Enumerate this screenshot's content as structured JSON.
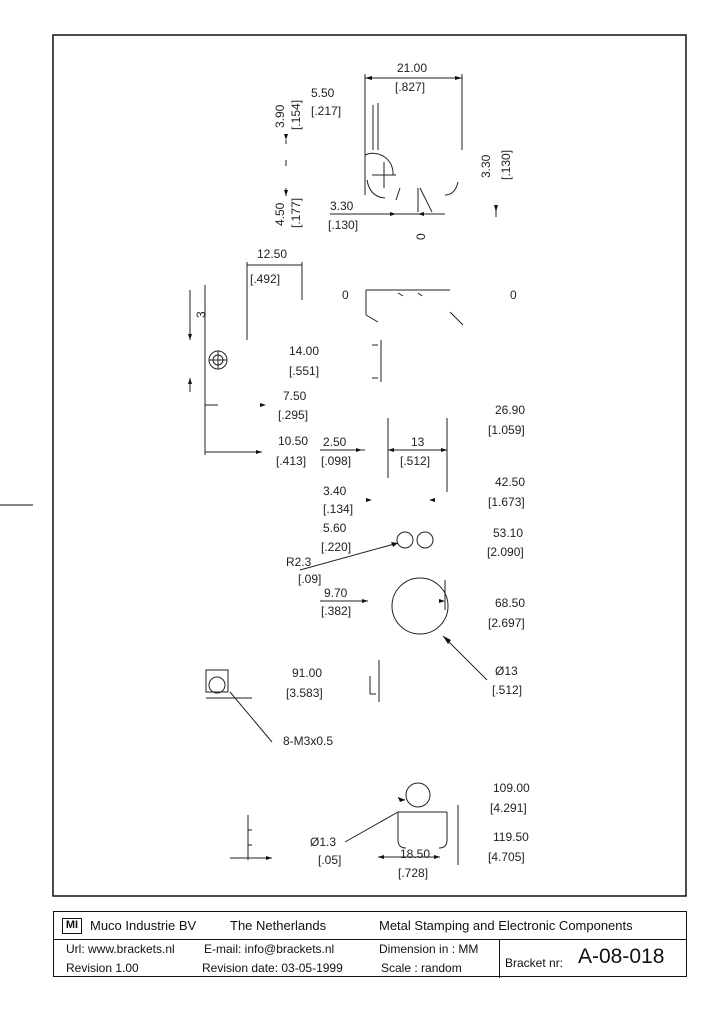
{
  "dimensions": {
    "d21_00": "21.00",
    "d21_00_in": "[.827]",
    "d5_50": "5.50",
    "d5_50_in": "[.217]",
    "d3_90": "3.90",
    "d3_90_in": "[.154]",
    "d4_50": "4.50",
    "d4_50_in": "[.177]",
    "d3_30a": "3.30",
    "d3_30a_in": "[.130]",
    "d3_30b": "3.30",
    "d3_30b_in": "[.130]",
    "d0_a": "0",
    "d0_b": "0",
    "d0_c": "0",
    "d12_50": "12.50",
    "d12_50_in": "[.492]",
    "d14_00": "14.00",
    "d14_00_in": "[.551]",
    "d7_50": "7.50",
    "d7_50_in": "[.295]",
    "d10_50": "10.50",
    "d10_50_in": "[.413]",
    "d2_50": "2.50",
    "d2_50_in": "[.098]",
    "d13": "13",
    "d13_in": "[.512]",
    "d26_90": "26.90",
    "d26_90_in": "[1.059]",
    "d3_40": "3.40",
    "d3_40_in": "[.134]",
    "d42_50": "42.50",
    "d42_50_in": "[1.673]",
    "d5_60": "5.60",
    "d5_60_in": "[.220]",
    "d53_10": "53.10",
    "d53_10_in": "[2.090]",
    "r_hole": "R2.3",
    "r_hole_in": "[.09]",
    "d9_70": "9.70",
    "d9_70_in": "[.382]",
    "d68_50": "68.50",
    "d68_50_in": "[2.697]",
    "d13_dia": "Ø13",
    "d13_dia_in": "[.512]",
    "d91_00": "91.00",
    "d91_00_in": "[3.583]",
    "thread": "8-M3x0.5",
    "d109_00": "109.00",
    "d109_00_in": "[4.291]",
    "d119_50": "119.50",
    "d119_50_in": "[4.705]",
    "d18_50": "18.50",
    "d18_50_in": "[.728]",
    "d_small": "Ø1.3",
    "d_small_in": "[.05]",
    "d_side": "3"
  },
  "title_block": {
    "logo": "MI",
    "company": "Muco Industrie BV",
    "country": "The Netherlands",
    "tagline": "Metal Stamping and  Electronic Components",
    "url": "Url: www.brackets.nl",
    "email": "E-mail:  info@brackets.nl",
    "dimension": "Dimension in :  MM",
    "revision": "Revision 1.00",
    "revision_date": "Revision date:  03-05-1999",
    "scale": "Scale : random",
    "bracket_label": "Bracket nr:",
    "bracket_nr": "A-08-018"
  }
}
